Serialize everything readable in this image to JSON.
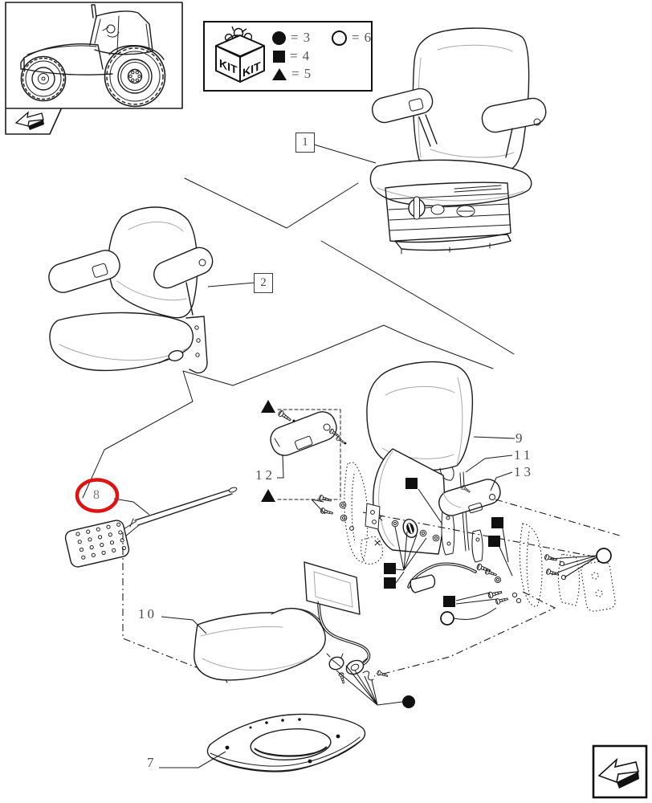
{
  "page": {
    "background": "#ffffff",
    "line_color": "#1c1c1c",
    "highlight_color": "#dd1414",
    "description": "Tractor seat exploded parts diagram"
  },
  "icons": {
    "thumbnail": "tractor-side-view",
    "nav_prev": "back-arrow-icon",
    "nav_next": "forward-arrow-icon",
    "kit": "kit-box-icon",
    "highlight": "red-circle-highlight"
  },
  "legend": {
    "kit_text": "KIT",
    "equals": "=",
    "items": [
      {
        "icon": "filled-circle",
        "value": "3"
      },
      {
        "icon": "filled-square",
        "value": "4"
      },
      {
        "icon": "filled-triangle",
        "value": "5"
      },
      {
        "icon": "open-circle",
        "value": "6"
      }
    ]
  },
  "callouts": {
    "c1": "1",
    "c2": "2",
    "c7": "7",
    "c8": "8",
    "c9": "9",
    "c10": "10",
    "c11": "11",
    "c12": "12",
    "c13": "13"
  }
}
